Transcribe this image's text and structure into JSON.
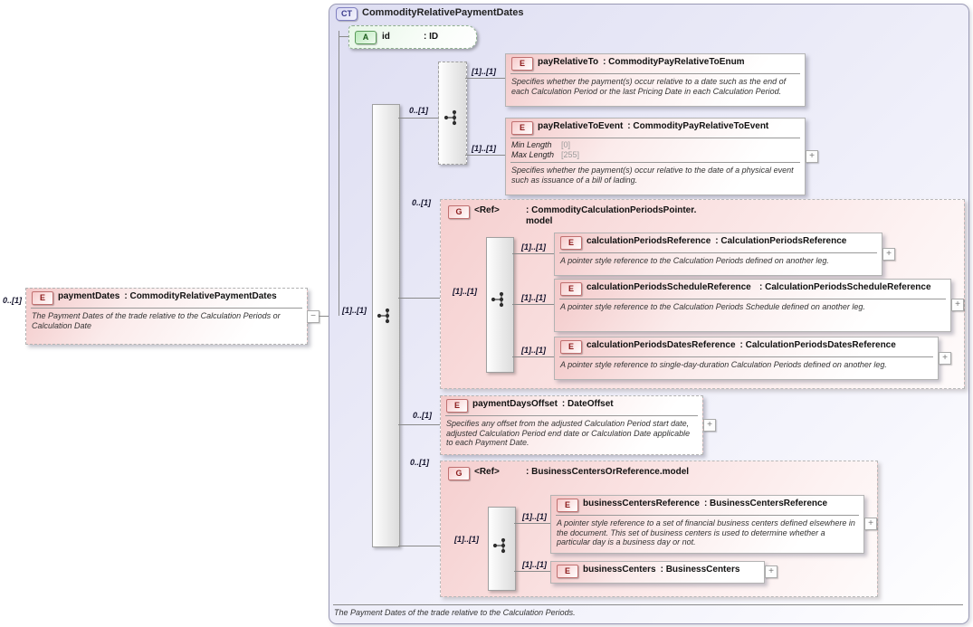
{
  "ui": {
    "expand_glyph": "+",
    "collapse_glyph": "−"
  },
  "left_element": {
    "badge": "E",
    "cardinality": "0..[1]",
    "name": "paymentDates",
    "type": ": CommodityRelativePaymentDates",
    "annotation": "The Payment Dates of the trade relative to the Calculation Periods or Calculation Date"
  },
  "complex_type": {
    "badge": "CT",
    "name": "CommodityRelativePaymentDates",
    "root_cardinality": "[1]..[1]",
    "footer_annotation": "The Payment Dates of the trade relative to the Calculation Periods."
  },
  "attribute": {
    "badge": "A",
    "name": "id",
    "type": ": ID"
  },
  "choice": {
    "cardinality": "0..[1]",
    "pay_relative_to": {
      "badge": "E",
      "cardinality": "[1]..[1]",
      "name": "payRelativeTo",
      "type": ": CommodityPayRelativeToEnum",
      "annotation": "Specifies whether the payment(s) occur relative to a date such as the end of each Calculation Period or the last Pricing Date in each Calculation Period."
    },
    "pay_relative_to_event": {
      "badge": "E",
      "cardinality": "[1]..[1]",
      "name": "payRelativeToEvent",
      "type": ": CommodityPayRelativeToEvent",
      "facets": [
        {
          "label": "Min Length",
          "value": "[0]"
        },
        {
          "label": "Max Length",
          "value": "[255]"
        }
      ],
      "annotation": "Specifies whether the payment(s) occur relative to the date of a physical event such as issuance of a bill of lading."
    }
  },
  "calc_periods_group": {
    "badge": "G",
    "cardinality": "0..[1]",
    "inner_cardinality": "[1]..[1]",
    "name": "<Ref>",
    "type": ": CommodityCalculationPeriodsPointer.model",
    "children": [
      {
        "badge": "E",
        "cardinality": "[1]..[1]",
        "name": "calculationPeriodsReference",
        "type": ": CalculationPeriodsReference",
        "annotation": "A pointer style reference to the Calculation Periods defined on another leg."
      },
      {
        "badge": "E",
        "cardinality": "[1]..[1]",
        "name": "calculationPeriodsScheduleReference",
        "type": ": CalculationPeriodsScheduleReference",
        "annotation": "A pointer style reference to the Calculation Periods Schedule defined on another leg."
      },
      {
        "badge": "E",
        "cardinality": "[1]..[1]",
        "name": "calculationPeriodsDatesReference",
        "type": ": CalculationPeriodsDatesReference",
        "annotation": "A pointer style reference to single-day-duration Calculation Periods defined on another leg."
      }
    ]
  },
  "payment_days_offset": {
    "badge": "E",
    "cardinality": "0..[1]",
    "name": "paymentDaysOffset",
    "type": ": DateOffset",
    "annotation": "Specifies any offset from the adjusted Calculation Period start date, adjusted Calculation Period end date or Calculation Date applicable to each Payment Date."
  },
  "business_centers_group": {
    "badge": "G",
    "cardinality": "0..[1]",
    "inner_cardinality": "[1]..[1]",
    "name": "<Ref>",
    "type": ": BusinessCentersOrReference.model",
    "children": [
      {
        "badge": "E",
        "cardinality": "[1]..[1]",
        "name": "businessCentersReference",
        "type": ": BusinessCentersReference",
        "annotation": "A pointer style reference to a set of financial business centers defined elsewhere in the document. This set of business centers is used to determine whether a particular day is a business day or not."
      },
      {
        "badge": "E",
        "cardinality": "[1]..[1]",
        "name": "businessCenters",
        "type": ": BusinessCenters"
      }
    ]
  }
}
